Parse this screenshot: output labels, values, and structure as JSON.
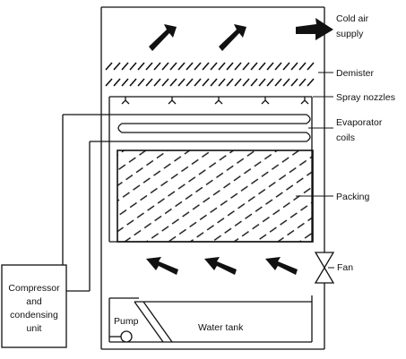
{
  "labels": {
    "cold_air_line1": "Cold air",
    "cold_air_line2": "supply",
    "demister": "Demister",
    "spray_nozzles": "Spray nozzles",
    "evaporator_line1": "Evaporator",
    "evaporator_line2": "coils",
    "packing": "Packing",
    "fan": "Fan",
    "compressor_line1": "Compressor",
    "compressor_line2": "and",
    "compressor_line3": "condensing",
    "compressor_line4": "unit",
    "pump": "Pump",
    "water_tank": "Water tank"
  }
}
